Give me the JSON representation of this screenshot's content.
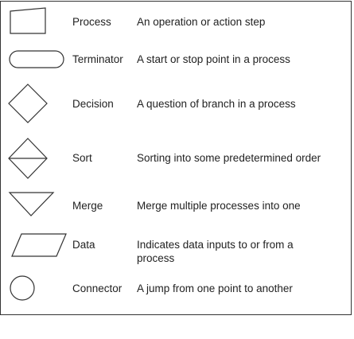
{
  "symbols": [
    {
      "name": "Process",
      "description": "An operation or action step",
      "icon": "process-rectangle-icon"
    },
    {
      "name": "Terminator",
      "description": "A start or stop point in a process",
      "icon": "terminator-pill-icon"
    },
    {
      "name": "Decision",
      "description": "A question of branch in a process",
      "icon": "decision-diamond-icon"
    },
    {
      "name": "Sort",
      "description": "Sorting into some predetermined order",
      "icon": "sort-diamond-icon"
    },
    {
      "name": "Merge",
      "description": "Merge multiple processes into one",
      "icon": "merge-triangle-icon"
    },
    {
      "name": "Data",
      "description": "Indicates data inputs to or from a process",
      "icon": "data-parallelogram-icon"
    },
    {
      "name": "Connector",
      "description": "A jump from one point to another",
      "icon": "connector-circle-icon"
    }
  ]
}
